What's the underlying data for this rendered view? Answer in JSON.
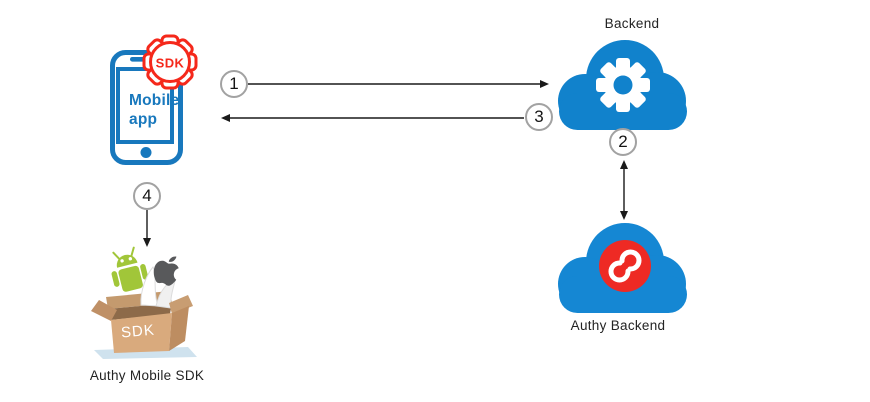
{
  "nodes": {
    "mobile_app": {
      "label_line1": "Mobile",
      "label_line2": "app",
      "badge_label": "SDK"
    },
    "backend": {
      "label": "Backend"
    },
    "authy_backend": {
      "label": "Authy Backend"
    },
    "sdk_box": {
      "label": "Authy Mobile SDK",
      "box_label": "SDK"
    }
  },
  "steps": [
    {
      "number": "1"
    },
    {
      "number": "2"
    },
    {
      "number": "3"
    },
    {
      "number": "4"
    }
  ],
  "icons": {
    "mobile_app": "smartphone-icon",
    "mobile_app_badge": "red-gear-sdk-badge-icon",
    "backend": "blue-cloud-with-gear-icon",
    "authy_backend": "blue-cloud-with-authy-logo-icon",
    "sdk_box": "open-cardboard-box-with-android-and-apple-icon",
    "arrows": "black-arrow-connectors"
  },
  "colors": {
    "phone_blue": "#1878bd",
    "cloud_blue": "#1182cc",
    "authy_cloud_blue": "#1587d3",
    "authy_red": "#ee2a24",
    "badge_red": "#f5281b",
    "android_green": "#a1c639",
    "apple_gray": "#58595b",
    "box_tan": "#d9aa7d",
    "arrow_black": "#1a1a1a"
  }
}
